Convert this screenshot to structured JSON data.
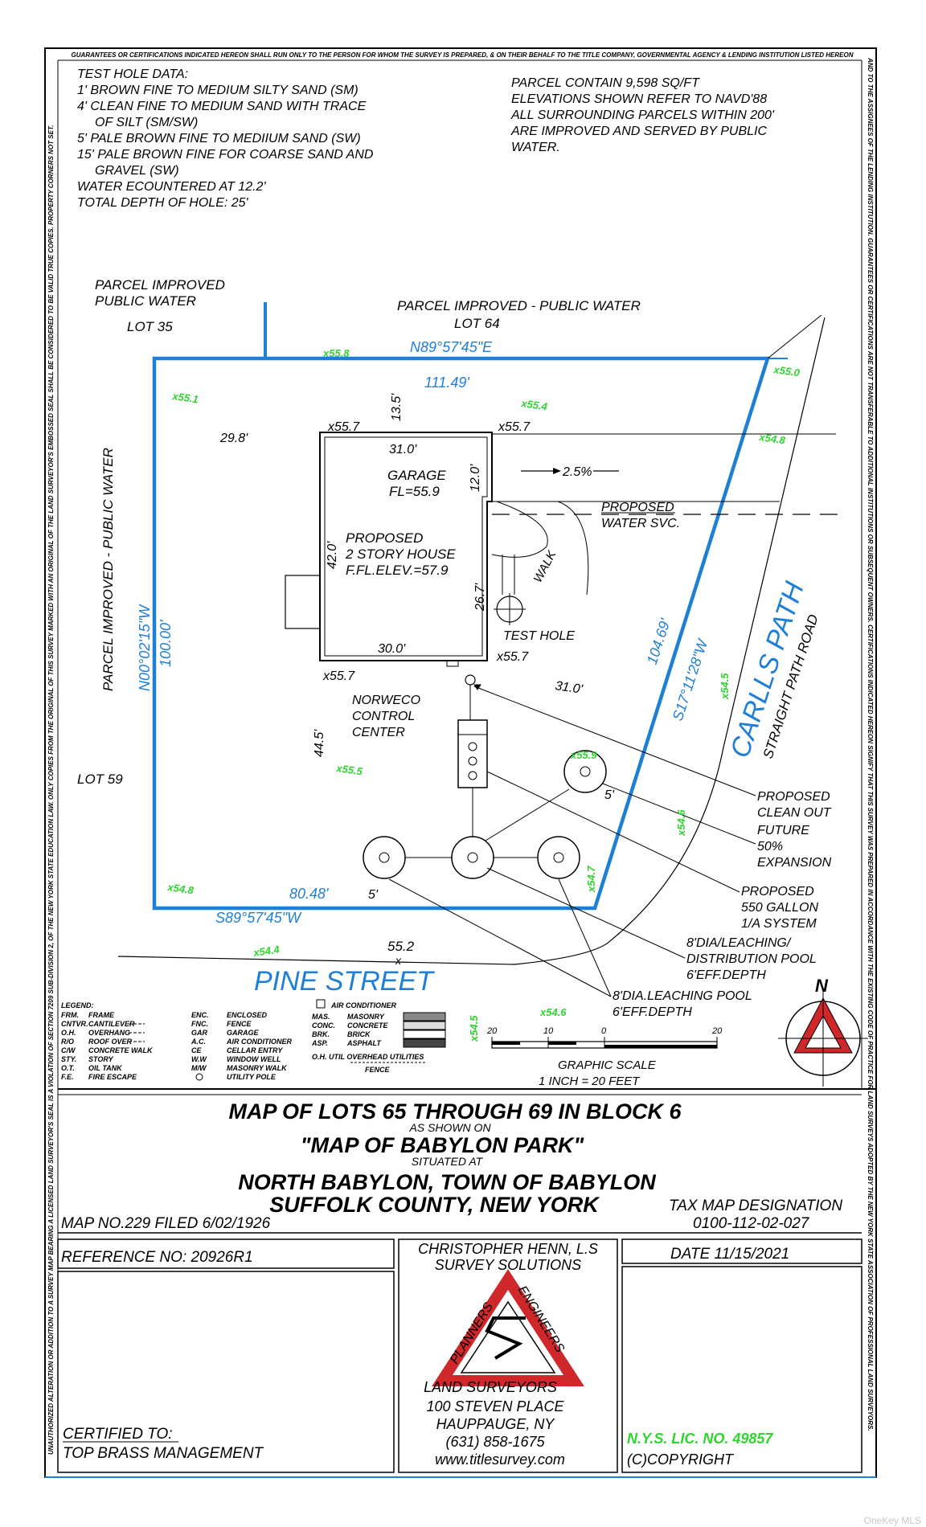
{
  "border": {
    "top": "GUARANTEES OR CERTIFICATIONS INDICATED HEREON SHALL RUN ONLY TO THE PERSON FOR WHOM THE SURVEY IS PREPARED, & ON THEIR BEHALF TO THE TITLE COMPANY, GOVERNMENTAL AGENCY & LENDING INSTITUTION LISTED HEREON",
    "right": "AND TO THE ASSIGNEES OF THE LENDING INSTITUTION. GUARANTEES OR CERTIFICATIONS ARE NOT TRANSFERABLE TO ADDITIONAL INSTITUTIONS OR SUBSEQUENT OWNERS. CERTIFICATIONS INDICATED HEREON SIGNIFY THAT THIS SURVEY WAS PREPARED IN ACCORDANCE WITH THE EXISTING CODE OF PRACTICE FOR LAND SURVEYS ADOPTED BY THE NEW YORK STATE ASSOCIATION OF PROFESSIONAL LAND SURVEYORS.",
    "left": "UNAUTHORIZED ALTERATION OR ADDITION TO A SURVEY MAP BEARING A LICENSED LAND SURVEYOR'S SEAL IS A VIOLATION OF SECTION 7209 SUB-DIVISION 2, OF THE NEW YORK STATE EDUCATION LAW. ONLY COPIES FROM THE ORIGINAL OF THIS SURVEY MARKED WITH AN ORIGINAL OF THE LAND SURVEYOR'S EMBOSSED SEAL SHALL BE CONSIDERED TO BE VALID TRUE COPIES. PROPERTY CORNERS NOT SET."
  },
  "notes_left": [
    "TEST HOLE DATA:",
    "1' BROWN FINE TO MEDIUM SILTY SAND (SM)",
    "4' CLEAN FINE TO MEDIUM SAND WITH TRACE",
    "OF SILT (SM/SW)",
    "5' PALE BROWN FINE TO MEDIIUM SAND (SW)",
    "15' PALE BROWN FINE FOR COARSE SAND AND",
    "GRAVEL (SW)",
    "WATER ECOUNTERED AT 12.2'",
    "TOTAL DEPTH OF HOLE: 25'"
  ],
  "notes_right": [
    "PARCEL CONTAIN 9,598 SQ/FT",
    "ELEVATIONS SHOWN REFER TO NAVD'88",
    "ALL SURROUNDING PARCELS WITHIN 200'",
    "ARE IMPROVED AND SERVED BY PUBLIC",
    "WATER."
  ],
  "plot": {
    "parcel_nw_1": "PARCEL IMPROVED",
    "parcel_nw_2": "PUBLIC WATER",
    "lot35": "LOT 35",
    "parcel_n": "PARCEL IMPROVED - PUBLIC WATER",
    "lot64": "LOT 64",
    "bearing_n": "N89°57'45\"E",
    "dist_n": "111.49'",
    "bearing_w": "N00°02'15\"W",
    "dist_w": "100.00'",
    "parcel_w": "PARCEL IMPROVED - PUBLIC WATER",
    "bearing_e": "S17°11'28\"W",
    "dist_e": "104.69'",
    "bearing_s": "S89°57'45\"W",
    "dist_s": "80.48'",
    "lot59": "LOT 59",
    "carlls": "CARLLS PATH",
    "straight": "STRAIGHT PATH ROAD",
    "pine": "PINE STREET",
    "garage": "GARAGE",
    "garage_fl": "FL=55.9",
    "house_1": "PROPOSED",
    "house_2": "2 STORY HOUSE",
    "house_3": "F.FL.ELEV.=57.9",
    "dim_310a": "31.0'",
    "dim_300": "30.0'",
    "dim_420": "42.0'",
    "dim_120": "12.0'",
    "dim_135": "13.5'",
    "dim_298": "29.8'",
    "dim_267": "26.7'",
    "dim_310b": "31.0'",
    "dim_445": "44.5'",
    "dim_5a": "5'",
    "dim_5b": "5'",
    "slope": "2.5%",
    "walk": "WALK",
    "water_1": "PROPOSED",
    "water_2": "WATER SVC.",
    "test_hole": "TEST HOLE",
    "norweco_1": "NORWECO",
    "norweco_2": "CONTROL",
    "norweco_3": "CENTER",
    "clean_1": "PROPOSED",
    "clean_2": "CLEAN OUT",
    "future_1": "FUTURE",
    "future_2": "50%",
    "future_3": "EXPANSION",
    "sys_1": "PROPOSED",
    "sys_2": "550 GALLON",
    "sys_3": "1/A SYSTEM",
    "dist_1": "8'DIA/LEACHING/",
    "dist_2": "DISTRIBUTION POOL",
    "dist_3": "6'EFF.DEPTH",
    "leach_1": "8'DIA.LEACHING POOL",
    "leach_2": "6'EFF.DEPTH",
    "street_elev": "55.2",
    "x_mark": "x",
    "e557a": "x55.7",
    "e557b": "x55.7",
    "e557c": "x55.7",
    "e557d": "x55.7"
  },
  "elevations_green": [
    "x55.8",
    "x55.0",
    "x55.1",
    "x55.4",
    "x54.8",
    "x54.5",
    "x55.5",
    "x55.9",
    "x54.6",
    "x54.7",
    "x54.8",
    "x54.4",
    "x54.5",
    "x54.6"
  ],
  "legend": {
    "title": "LEGEND:",
    "col1": [
      [
        "FRM.",
        "FRAME"
      ],
      [
        "CNTVR.",
        "CANTILEVER"
      ],
      [
        "O.H.",
        "OVERHANG"
      ],
      [
        "R/O",
        "ROOF OVER"
      ],
      [
        "C/W",
        "CONCRETE WALK"
      ],
      [
        "STY.",
        "STORY"
      ],
      [
        "O.T.",
        "OIL TANK"
      ],
      [
        "F.E.",
        "FIRE ESCAPE"
      ]
    ],
    "col2": [
      [
        "ENC.",
        "ENCLOSED"
      ],
      [
        "FNC.",
        "FENCE"
      ],
      [
        "GAR",
        "GARAGE"
      ],
      [
        "A.C.",
        "AIR CONDITIONER"
      ],
      [
        "CE",
        "CELLAR ENTRY"
      ],
      [
        "W.W",
        "WINDOW WELL"
      ],
      [
        "M/W",
        "MASONRY WALK"
      ],
      [
        "",
        "UTILITY POLE"
      ]
    ],
    "col3": [
      [
        "MAS.",
        "MASONRY"
      ],
      [
        "CONC.",
        "CONCRETE"
      ],
      [
        "BRK.",
        "BRICK"
      ],
      [
        "ASP.",
        "ASPHALT"
      ]
    ],
    "ac": "AIR CONDITIONER",
    "oh": "O.H. UTIL OVERHEAD UTILITIES",
    "fence": "FENCE"
  },
  "scale": {
    "t20l": "20",
    "t10": "10",
    "t0": "0",
    "t20r": "20",
    "label": "GRAPHIC SCALE",
    "ratio": "1 INCH = 20 FEET"
  },
  "north": "N",
  "title": {
    "line1": "MAP OF LOTS 65 THROUGH 69 IN BLOCK 6",
    "line2": "AS SHOWN ON",
    "line3": "\"MAP OF BABYLON PARK\"",
    "line4": "SITUATED AT",
    "line5": "NORTH BABYLON, TOWN   OF BABYLON",
    "line6": "SUFFOLK COUNTY, NEW YORK",
    "map_no": "MAP NO.229 FILED 6/02/1926",
    "tax_1": "TAX MAP DESIGNATION",
    "tax_2": "0100-112-02-027"
  },
  "footer": {
    "reference": "REFERENCE NO: 20926R1",
    "certified_to": "CERTIFIED TO:",
    "client": "TOP BRASS MANAGEMENT",
    "company_1": "CHRISTOPHER HENN, L.S",
    "company_2": "SURVEY SOLUTIONS",
    "logo_left": "PLANNERS",
    "logo_right": "ENGINEERS",
    "company_3": "LAND SURVEYORS",
    "company_4": "100 STEVEN PLACE",
    "company_5": "HAUPPAUGE, NY",
    "company_6": "(631) 858-1675",
    "company_7": "www.titlesurvey.com",
    "date": "DATE 11/15/2021",
    "license": "N.Y.S. LIC. NO. 49857",
    "copyright": "(C)COPYRIGHT"
  },
  "watermark": "OneKey MLS",
  "colors": {
    "line": "#1e7fd6",
    "elev": "#2fd42f",
    "logo": "#d0282a"
  }
}
